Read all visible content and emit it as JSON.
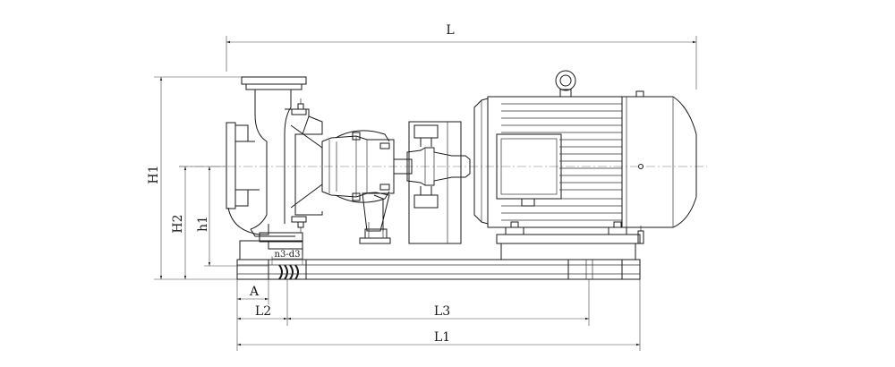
{
  "dimensions": {
    "L": "L",
    "L1": "L1",
    "L2": "L2",
    "L3": "L3",
    "A": "A",
    "H1": "H1",
    "H2": "H2",
    "h1": "h1",
    "n3d3": "n3-d3"
  }
}
